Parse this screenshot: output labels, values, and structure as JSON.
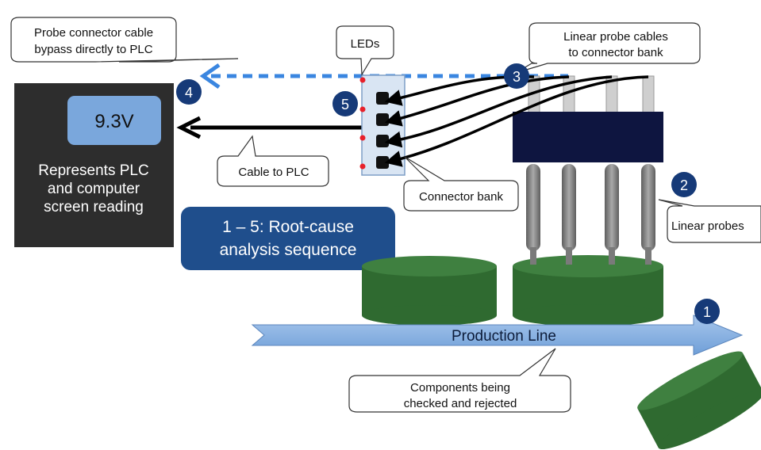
{
  "plc": {
    "reading": "9.3V",
    "caption_lines": [
      "Represents PLC",
      "and computer",
      "screen reading"
    ]
  },
  "sequence_box": {
    "lines": [
      "1 – 5: Root-cause",
      "analysis sequence"
    ]
  },
  "callouts": {
    "probe_bypass": [
      "Probe connector cable",
      "bypass directly to PLC"
    ],
    "leds": [
      "LEDs"
    ],
    "linear_probe_cables": [
      "Linear probe cables",
      "to connector bank"
    ],
    "cable_to_plc": [
      "Cable to PLC"
    ],
    "connector_bank": [
      "Connector bank"
    ],
    "linear_probes": [
      "Linear probes"
    ],
    "components": [
      "Components being",
      "checked and rejected"
    ]
  },
  "production_line": {
    "label": "Production Line"
  },
  "steps": {
    "one": "1",
    "two": "2",
    "three": "3",
    "four": "4",
    "five": "5"
  },
  "colors": {
    "plc_panel": "#2d2d2d",
    "plc_screen": "#7aa7dc",
    "sequence_box": "#1f4e8c",
    "badge": "#163a78",
    "probe_head": "#0e1540",
    "component": "#2f6a30",
    "production_arrow": "#8db3e2",
    "bypass_line": "#3a86e0",
    "led": "#e8202a"
  }
}
